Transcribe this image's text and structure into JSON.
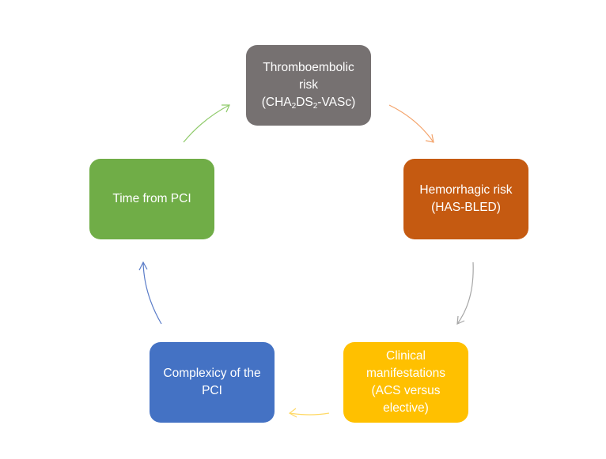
{
  "nodes": [
    {
      "id": "thrombo",
      "color": "#767171",
      "lines": [
        "Thromboembolic",
        "risk"
      ],
      "formula": {
        "open": "(CHA",
        "sub1": "2",
        "mid": "DS",
        "sub2": "2",
        "close": "-VASc)"
      }
    },
    {
      "id": "hemo",
      "color": "#c55a11",
      "lines": [
        "Hemorrhagic risk",
        "(HAS-BLED)"
      ]
    },
    {
      "id": "clinical",
      "color": "#ffc000",
      "lines": [
        "Clinical",
        "manifestations",
        "(ACS versus",
        "elective)"
      ]
    },
    {
      "id": "complex",
      "color": "#4472c4",
      "lines": [
        "Complexicy of the",
        "PCI"
      ]
    },
    {
      "id": "time",
      "color": "#70ad47",
      "lines": [
        "Time from PCI"
      ]
    }
  ],
  "arrows": [
    {
      "from": "thrombo",
      "to": "hemo",
      "color": "#f4a46c"
    },
    {
      "from": "hemo",
      "to": "clinical",
      "color": "#a6a6a6"
    },
    {
      "from": "clinical",
      "to": "complex",
      "color": "#ffd966"
    },
    {
      "from": "complex",
      "to": "time",
      "color": "#5a7cc8"
    },
    {
      "from": "time",
      "to": "thrombo",
      "color": "#8fca6a"
    }
  ]
}
